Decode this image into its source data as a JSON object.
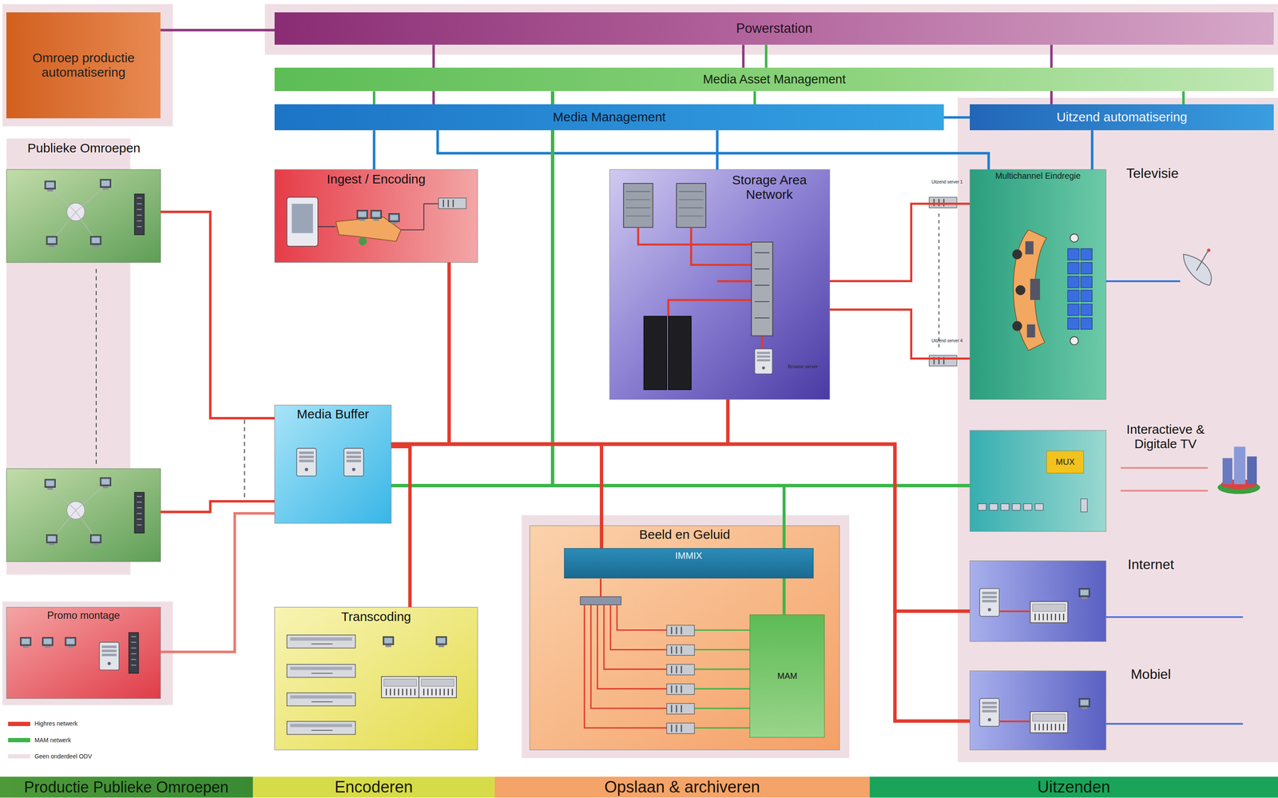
{
  "diagram": {
    "nodes": [
      {
        "text": [
          "Omroep productie automatisering"
        ]
      },
      {
        "text": [
          "Powerstation"
        ]
      },
      {
        "text": [
          "Media Asset Management"
        ]
      },
      {
        "text": [
          "Media Management"
        ]
      },
      {
        "text": [
          "Uitzend automatisering"
        ]
      },
      {
        "text": [
          "Publieke Omroepen"
        ]
      },
      {
        "text": [
          "Ingest / Encoding"
        ]
      },
      {
        "text": [
          "Storage Area Network"
        ]
      },
      {
        "text": [
          "Multichannel Eindregie",
          "Televisie"
        ]
      },
      {
        "text": [
          "Media Buffer"
        ]
      },
      {
        "text": [
          "Interactieve & Digitale TV"
        ]
      },
      {
        "text": [
          "MUX"
        ],
        "in": 10
      },
      {
        "text": [
          "Beeld en Geluid"
        ]
      },
      {
        "text": [
          "IMMIX"
        ],
        "in": 12
      },
      {
        "text": [
          "MAM"
        ],
        "in": 12
      },
      {
        "text": [
          "Internet"
        ]
      },
      {
        "text": [
          "Promo montage"
        ]
      },
      {
        "text": [
          "Transcoding"
        ]
      },
      {
        "text": [
          "Mobiel"
        ]
      },
      {
        "text": [
          "Productie Publieke Omroepen"
        ]
      },
      {
        "text": [
          "Encoderen"
        ]
      },
      {
        "text": [
          "Opslaan & archiveren"
        ]
      },
      {
        "text": [
          "Uitzenden"
        ]
      }
    ],
    "edges": [
      {
        "from": 0,
        "to": 1,
        "arrow": "none"
      },
      {
        "from": 3,
        "to": 6,
        "arrow": "none"
      },
      {
        "from": 3,
        "to": 7,
        "arrow": "none"
      },
      {
        "from": 3,
        "to": 8,
        "arrow": "none"
      },
      {
        "from": 4,
        "to": 8,
        "arrow": "none"
      },
      {
        "from": 2,
        "to": 9,
        "arrow": "none"
      },
      {
        "from": 9,
        "to": 10,
        "arrow": "none"
      },
      {
        "from": 9,
        "to": 14,
        "arrow": "none"
      },
      {
        "from": 6,
        "to": 9,
        "arrow": "none"
      },
      {
        "from": 9,
        "to": 7,
        "arrow": "none"
      },
      {
        "from": 9,
        "to": 13,
        "arrow": "none"
      },
      {
        "from": 9,
        "to": 15,
        "arrow": "none"
      },
      {
        "from": 9,
        "to": 18,
        "arrow": "none"
      },
      {
        "from": 9,
        "to": 17,
        "arrow": "none"
      },
      {
        "from": 16,
        "to": 9,
        "arrow": "none"
      },
      {
        "from": 7,
        "to": 8,
        "arrow": "none"
      },
      {
        "from": 7,
        "to": 8,
        "arrow": "none"
      }
    ],
    "labels": [
      "Uitzend server 1",
      "Uitzend server 4",
      "Browse server"
    ],
    "legend": [
      {
        "text": "Highres netwerk",
        "color": "#e23b2e"
      },
      {
        "text": "MAM netwerk",
        "color": "#3cb54a"
      },
      {
        "text": "Geen onderdeel ODV",
        "color": "#efdfe4"
      }
    ]
  }
}
